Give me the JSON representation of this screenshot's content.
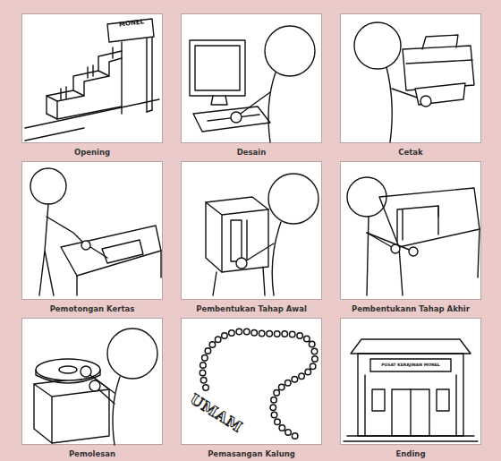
{
  "diagram": {
    "nodes": [
      {
        "text": [
          "Opening"
        ]
      },
      {
        "text": [
          "Desain"
        ]
      },
      {
        "text": [
          "Cetak"
        ]
      },
      {
        "text": [
          "Pemotongan Kertas"
        ]
      },
      {
        "text": [
          "Pembentukan Tahap Awal"
        ]
      },
      {
        "text": [
          "Pembentukann Tahap Akhir"
        ]
      },
      {
        "text": [
          "Pemolesan"
        ]
      },
      {
        "text": [
          "Pemasangan Kalung"
        ]
      },
      {
        "text": [
          "Ending"
        ]
      }
    ],
    "labels": [
      "MONEL",
      "UMAM",
      "PUSAT KERAJINAN MONEL"
    ]
  }
}
